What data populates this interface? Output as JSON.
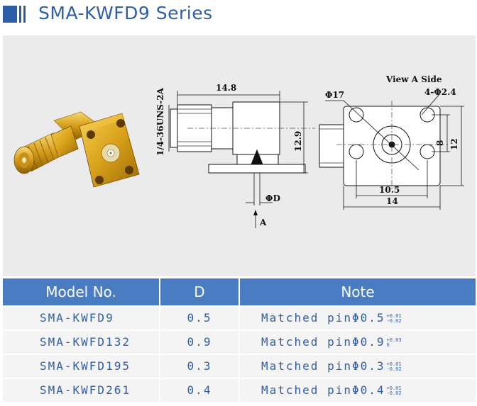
{
  "header": {
    "title": "SMA-KWFD9 Series"
  },
  "figure": {
    "view_label": "View A Side",
    "hole_label": "4-Φ2.4",
    "dim_phi17": "Φ17",
    "dim_14_8": "14.8",
    "thread_label": "1/4-36UNS-2A",
    "dim_12_9": "12.9",
    "dim_phiD": "ΦD",
    "arrow_label": "A",
    "dim_8": "8",
    "dim_12": "12",
    "dim_10_5": "10.5",
    "dim_14": "14"
  },
  "table": {
    "headers": {
      "model": "Model No.",
      "d": "D",
      "note": "Note"
    },
    "rows": [
      {
        "model": "SMA-KWFD9",
        "d": "0.5",
        "note": "Matched pinΦ0.5",
        "tol_upper": "+0.01",
        "tol_lower": "-0.02"
      },
      {
        "model": "SMA-KWFD132",
        "d": "0.9",
        "note": "Matched pinΦ0.9",
        "tol_upper": "+0.03",
        "tol_lower": "0"
      },
      {
        "model": "SMA-KWFD195",
        "d": "0.3",
        "note": "Matched pinΦ0.3",
        "tol_upper": "+0.01",
        "tol_lower": "-0.02"
      },
      {
        "model": "SMA-KWFD261",
        "d": "0.4",
        "note": "Matched pinΦ0.4",
        "tol_upper": "+0.01",
        "tol_lower": "-0.02"
      }
    ]
  }
}
